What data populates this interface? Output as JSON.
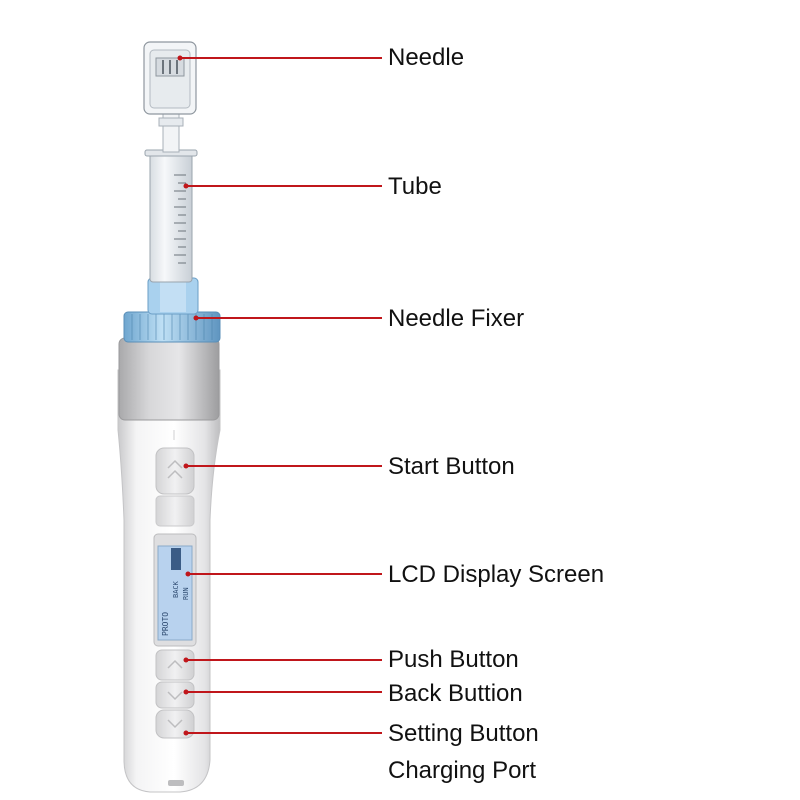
{
  "labels": {
    "needle": "Needle",
    "tube": "Tube",
    "needle_fixer": "Needle Fixer",
    "start_button": "Start Button",
    "lcd_display": "LCD Display Screen",
    "push_button": "Push Button",
    "back_button": "Back Buttion",
    "setting_button": "Setting Button",
    "charging_port": "Charging Port"
  },
  "lcd": {
    "line1": "PROTO",
    "line2": "BACK",
    "line3": "RUN"
  },
  "colors": {
    "leader_line": "#c0161b",
    "body": "#e9e9ea",
    "needle_fixer": "#8fc3e6",
    "lcd_screen": "#b8d2ee"
  }
}
